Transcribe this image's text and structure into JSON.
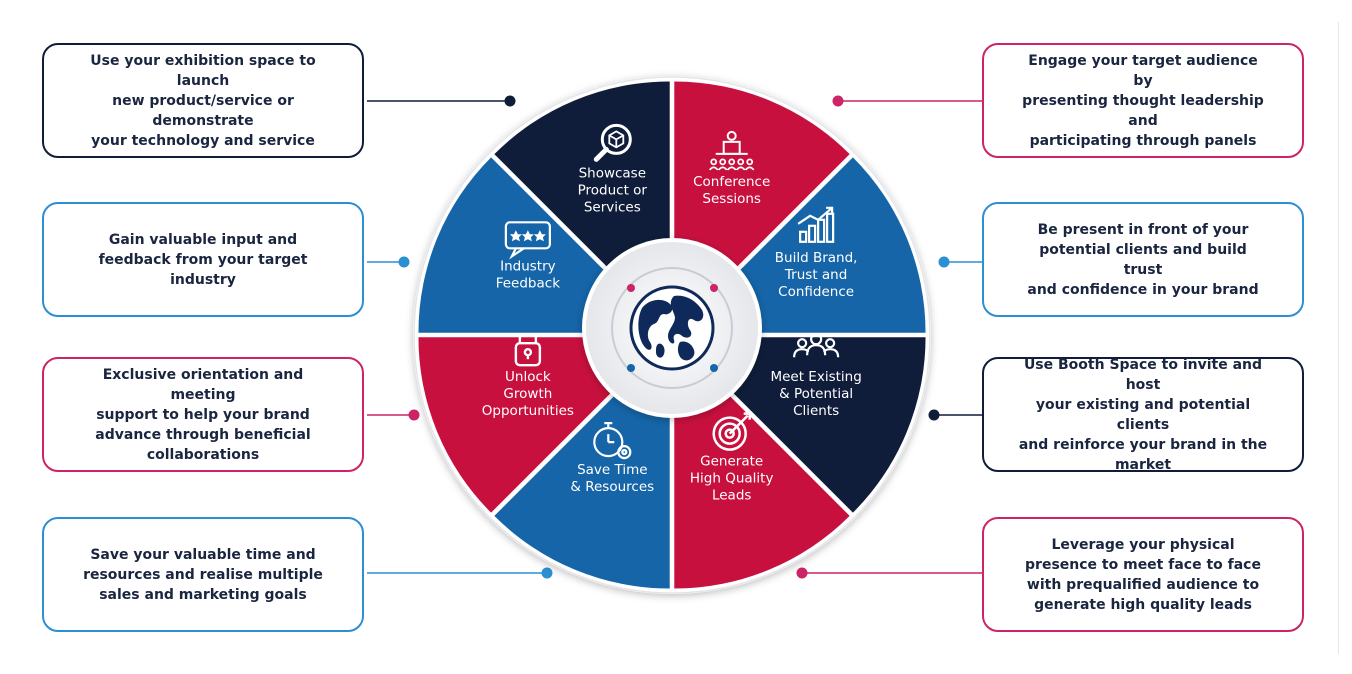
{
  "colors": {
    "navy": "#0f1d3a",
    "blue": "#1565a8",
    "crimson": "#c8103e",
    "line_navy": "#0f1d3a",
    "line_blue": "#2b8fd3",
    "line_pink": "#cc2466"
  },
  "boxes": {
    "left": [
      {
        "text": "Use your exhibition space to launch\nnew product/service or demonstrate\nyour technology and service",
        "color": "navy"
      },
      {
        "text": "Gain valuable input and\nfeedback from your target\nindustry",
        "color": "blue"
      },
      {
        "text": "Exclusive orientation and meeting\nsupport to help your brand\nadvance through beneficial\ncollaborations",
        "color": "pink"
      },
      {
        "text": "Save your valuable time and\nresources and realise multiple\nsales and marketing goals",
        "color": "blue"
      }
    ],
    "right": [
      {
        "text": "Engage your target audience by\npresenting thought leadership and\nparticipating through panels",
        "color": "pink"
      },
      {
        "text": "Be present in front of your\npotential clients and build trust\nand confidence in your brand",
        "color": "blue"
      },
      {
        "text": "Use Booth Space to invite and host\nyour existing and potential clients\nand reinforce your brand in the\nmarket",
        "color": "navy"
      },
      {
        "text": "Leverage your physical\npresence to meet face to face\nwith prequalified audience to\ngenerate high quality leads",
        "color": "pink"
      }
    ]
  },
  "segments": [
    {
      "label": [
        "Showcase",
        "Product or",
        "Services"
      ],
      "icon": "magnifier-box-icon",
      "color": "navy"
    },
    {
      "label": [
        "Conference",
        "Sessions"
      ],
      "icon": "presenter-audience-icon",
      "color": "crimson"
    },
    {
      "label": [
        "Build Brand,",
        "Trust and",
        "Confidence"
      ],
      "icon": "growth-chart-icon",
      "color": "blue"
    },
    {
      "label": [
        "Meet Existing",
        "& Potential",
        "Clients"
      ],
      "icon": "people-group-icon",
      "color": "navy"
    },
    {
      "label": [
        "Generate",
        "High Quality",
        "Leads"
      ],
      "icon": "target-arrow-icon",
      "color": "crimson"
    },
    {
      "label": [
        "Save Time",
        "& Resources"
      ],
      "icon": "stopwatch-gear-icon",
      "color": "blue"
    },
    {
      "label": [
        "Unlock",
        "Growth",
        "Opportunities"
      ],
      "icon": "padlock-icon",
      "color": "crimson"
    },
    {
      "label": [
        "Industry",
        "Feedback"
      ],
      "icon": "rating-chat-icon",
      "color": "blue"
    }
  ],
  "center": {
    "icon": "globe-icon"
  }
}
